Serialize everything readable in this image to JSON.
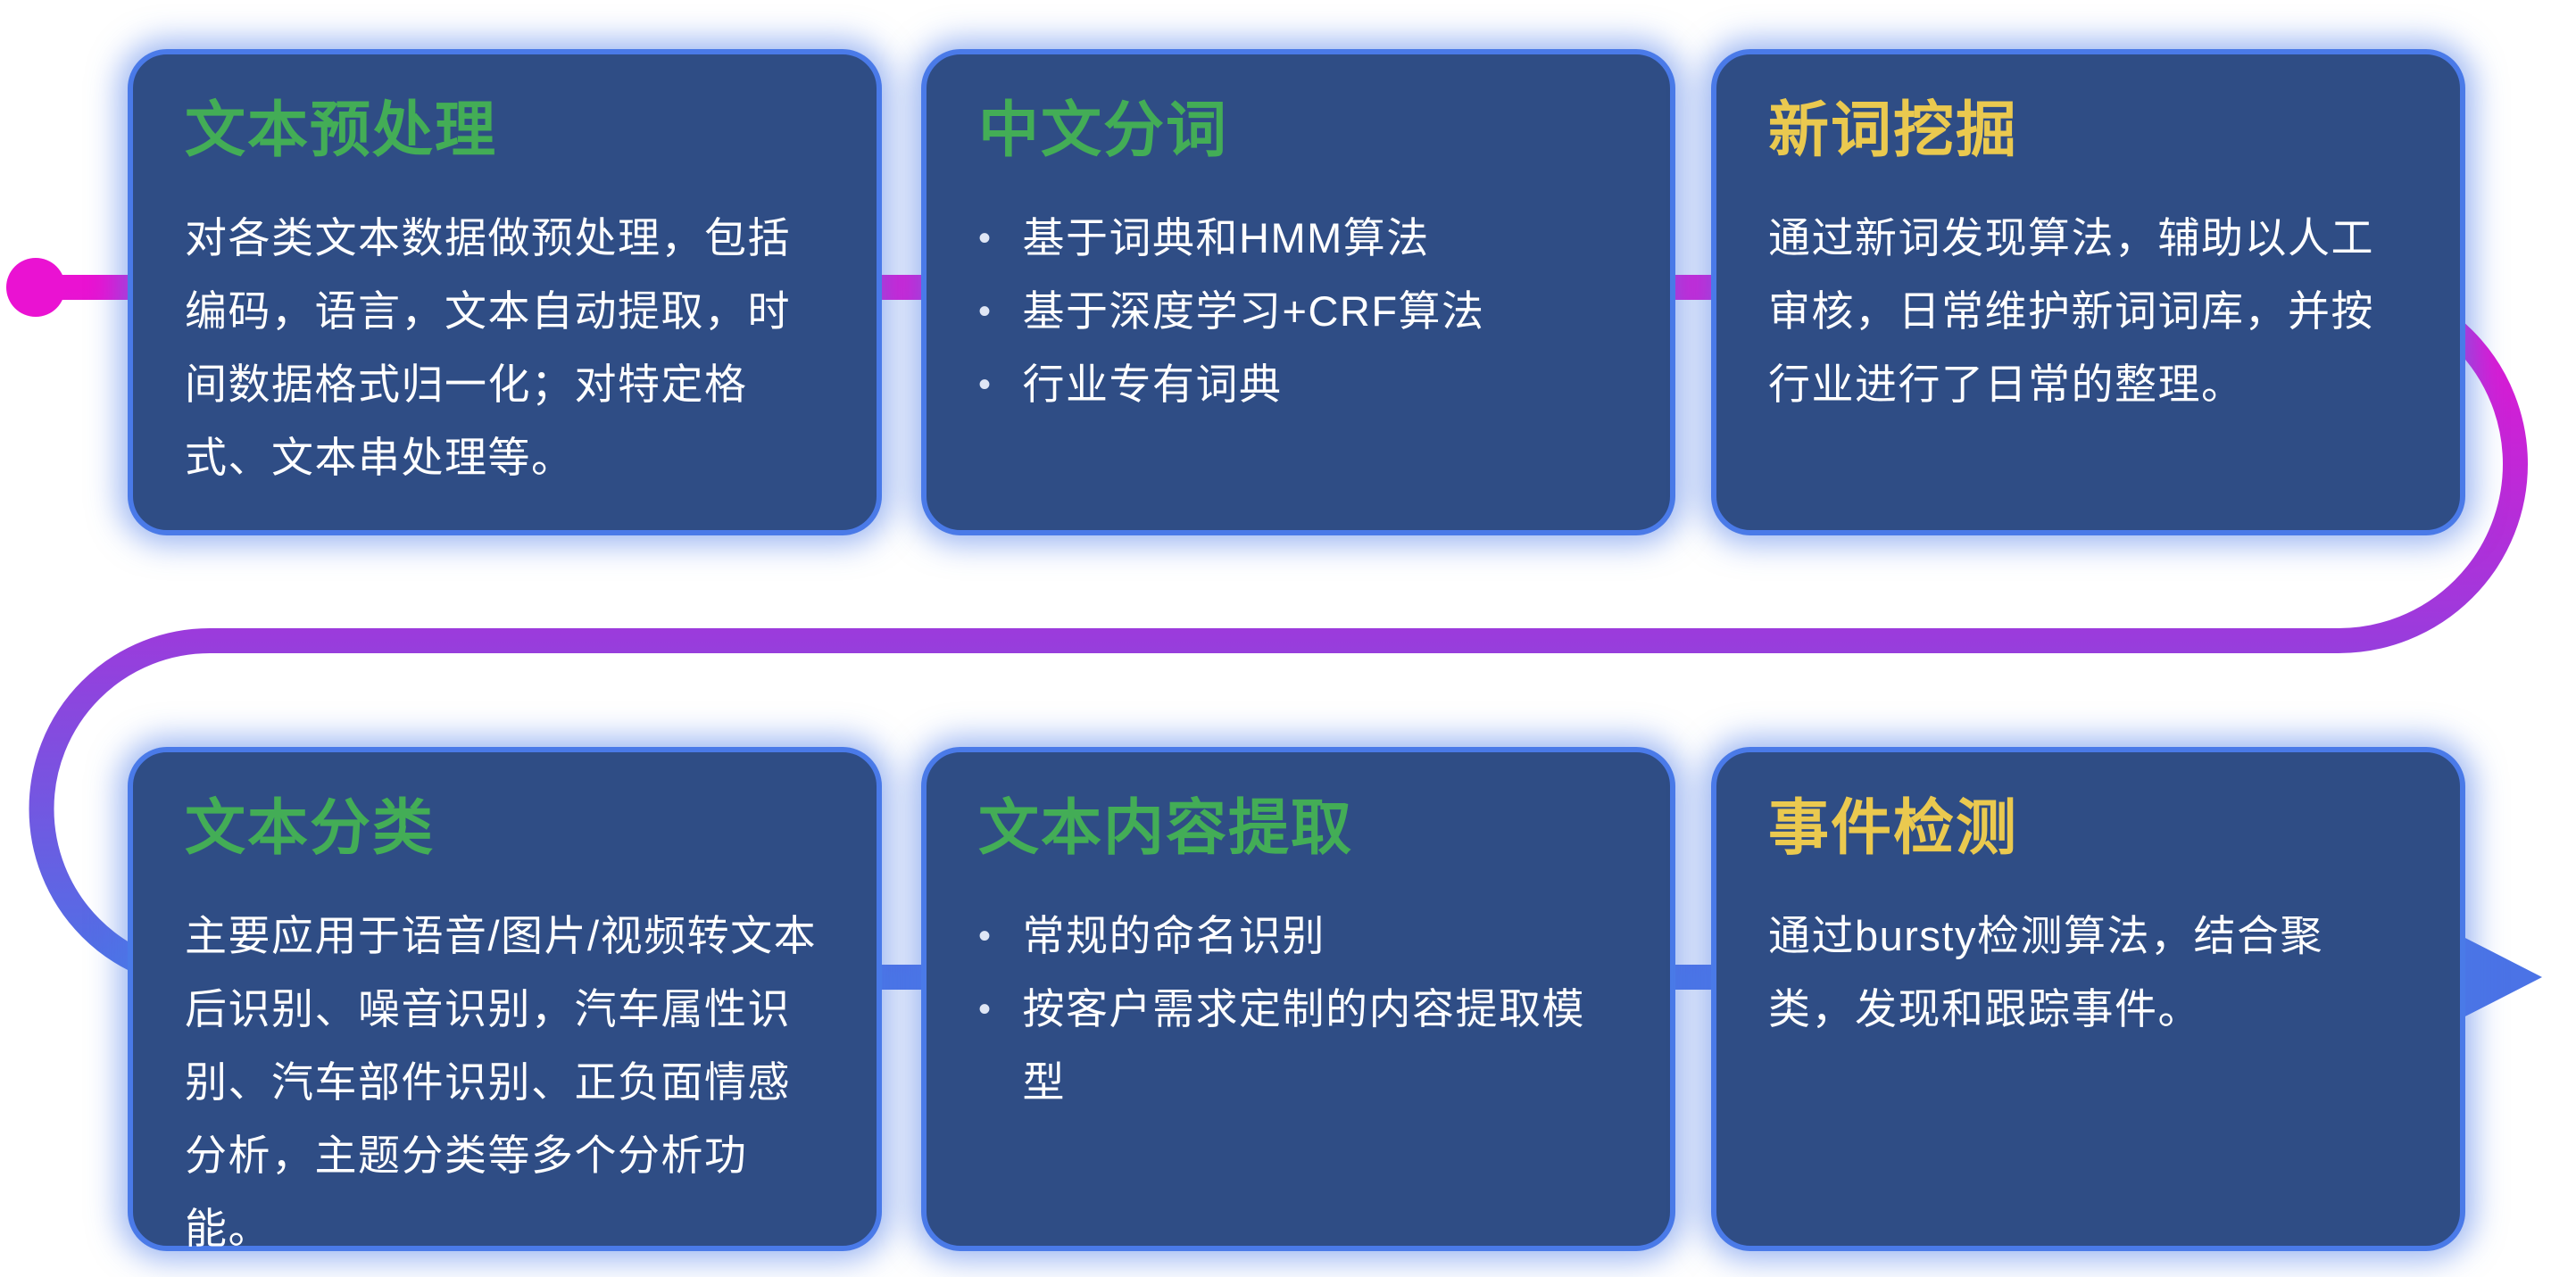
{
  "flow": {
    "type": "snake-left-to-right",
    "start_dot_color": "#ea12d2",
    "gradient_colors": [
      "#ea12d2",
      "#9b3bdc",
      "#4b73e6"
    ],
    "arrow_color": "#4b73e6"
  },
  "colors": {
    "background": "#ffffff",
    "card_background": "#2f4d85",
    "card_glow": "#4a7ae8",
    "title_green": "#43ad56",
    "title_yellow": "#eac94f",
    "body_text": "#ffffff"
  },
  "cards": [
    {
      "title": "文本预处理",
      "accent": "green",
      "body": "对各类文本数据做预处理，包括编码，语言，文本自动提取，时间数据格式归一化；对特定格式、文本串处理等。",
      "bullets": []
    },
    {
      "title": "中文分词",
      "accent": "green",
      "body": "",
      "bullets": [
        "基于词典和HMM算法",
        "基于深度学习+CRF算法",
        "行业专有词典"
      ]
    },
    {
      "title": "新词挖掘",
      "accent": "yellow",
      "body": "通过新词发现算法，辅助以人工审核，日常维护新词词库，并按行业进行了日常的整理。",
      "bullets": []
    },
    {
      "title": "文本分类",
      "accent": "green",
      "body": "主要应用于语音/图片/视频转文本后识别、噪音识别，汽车属性识别、汽车部件识别、正负面情感分析，主题分类等多个分析功能。",
      "bullets": []
    },
    {
      "title": "文本内容提取",
      "accent": "green",
      "body": "",
      "bullets": [
        "常规的命名识别",
        "按客户需求定制的内容提取模型"
      ]
    },
    {
      "title": "事件检测",
      "accent": "yellow",
      "body": "通过bursty检测算法，结合聚类，发现和跟踪事件。",
      "bullets": []
    }
  ]
}
